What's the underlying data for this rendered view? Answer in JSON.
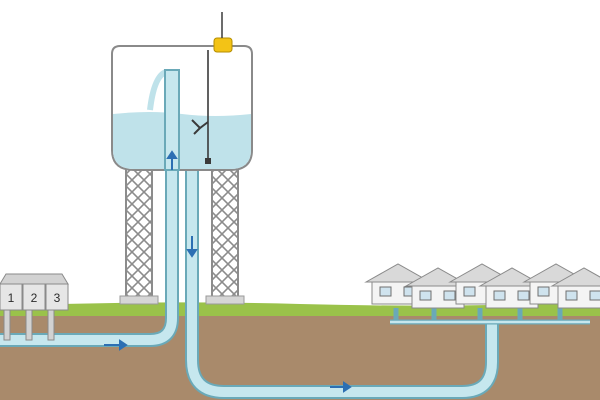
{
  "pump_station": {
    "pumps": [
      {
        "label": "1"
      },
      {
        "label": "2"
      },
      {
        "label": "3"
      }
    ]
  },
  "colors": {
    "sky": "#ffffff",
    "ground": "#a98a6b",
    "grass": "#9ac24a",
    "water": "#bfe2ea",
    "pipe": "#c6e7ee",
    "pipe_outline": "#6aa9b8",
    "tank_body": "#ffffff",
    "tank_outline": "#8a8a8a",
    "tower_steel": "#8c8c8c",
    "arrow": "#2c6fb3",
    "sensor": "#f3c316",
    "house_roof": "#d9d9d9",
    "house_wall": "#f4f4f4"
  },
  "icons": [
    "flow-arrow-icon",
    "level-sensor-icon",
    "antenna-icon",
    "house-icon",
    "pump-icon"
  ]
}
